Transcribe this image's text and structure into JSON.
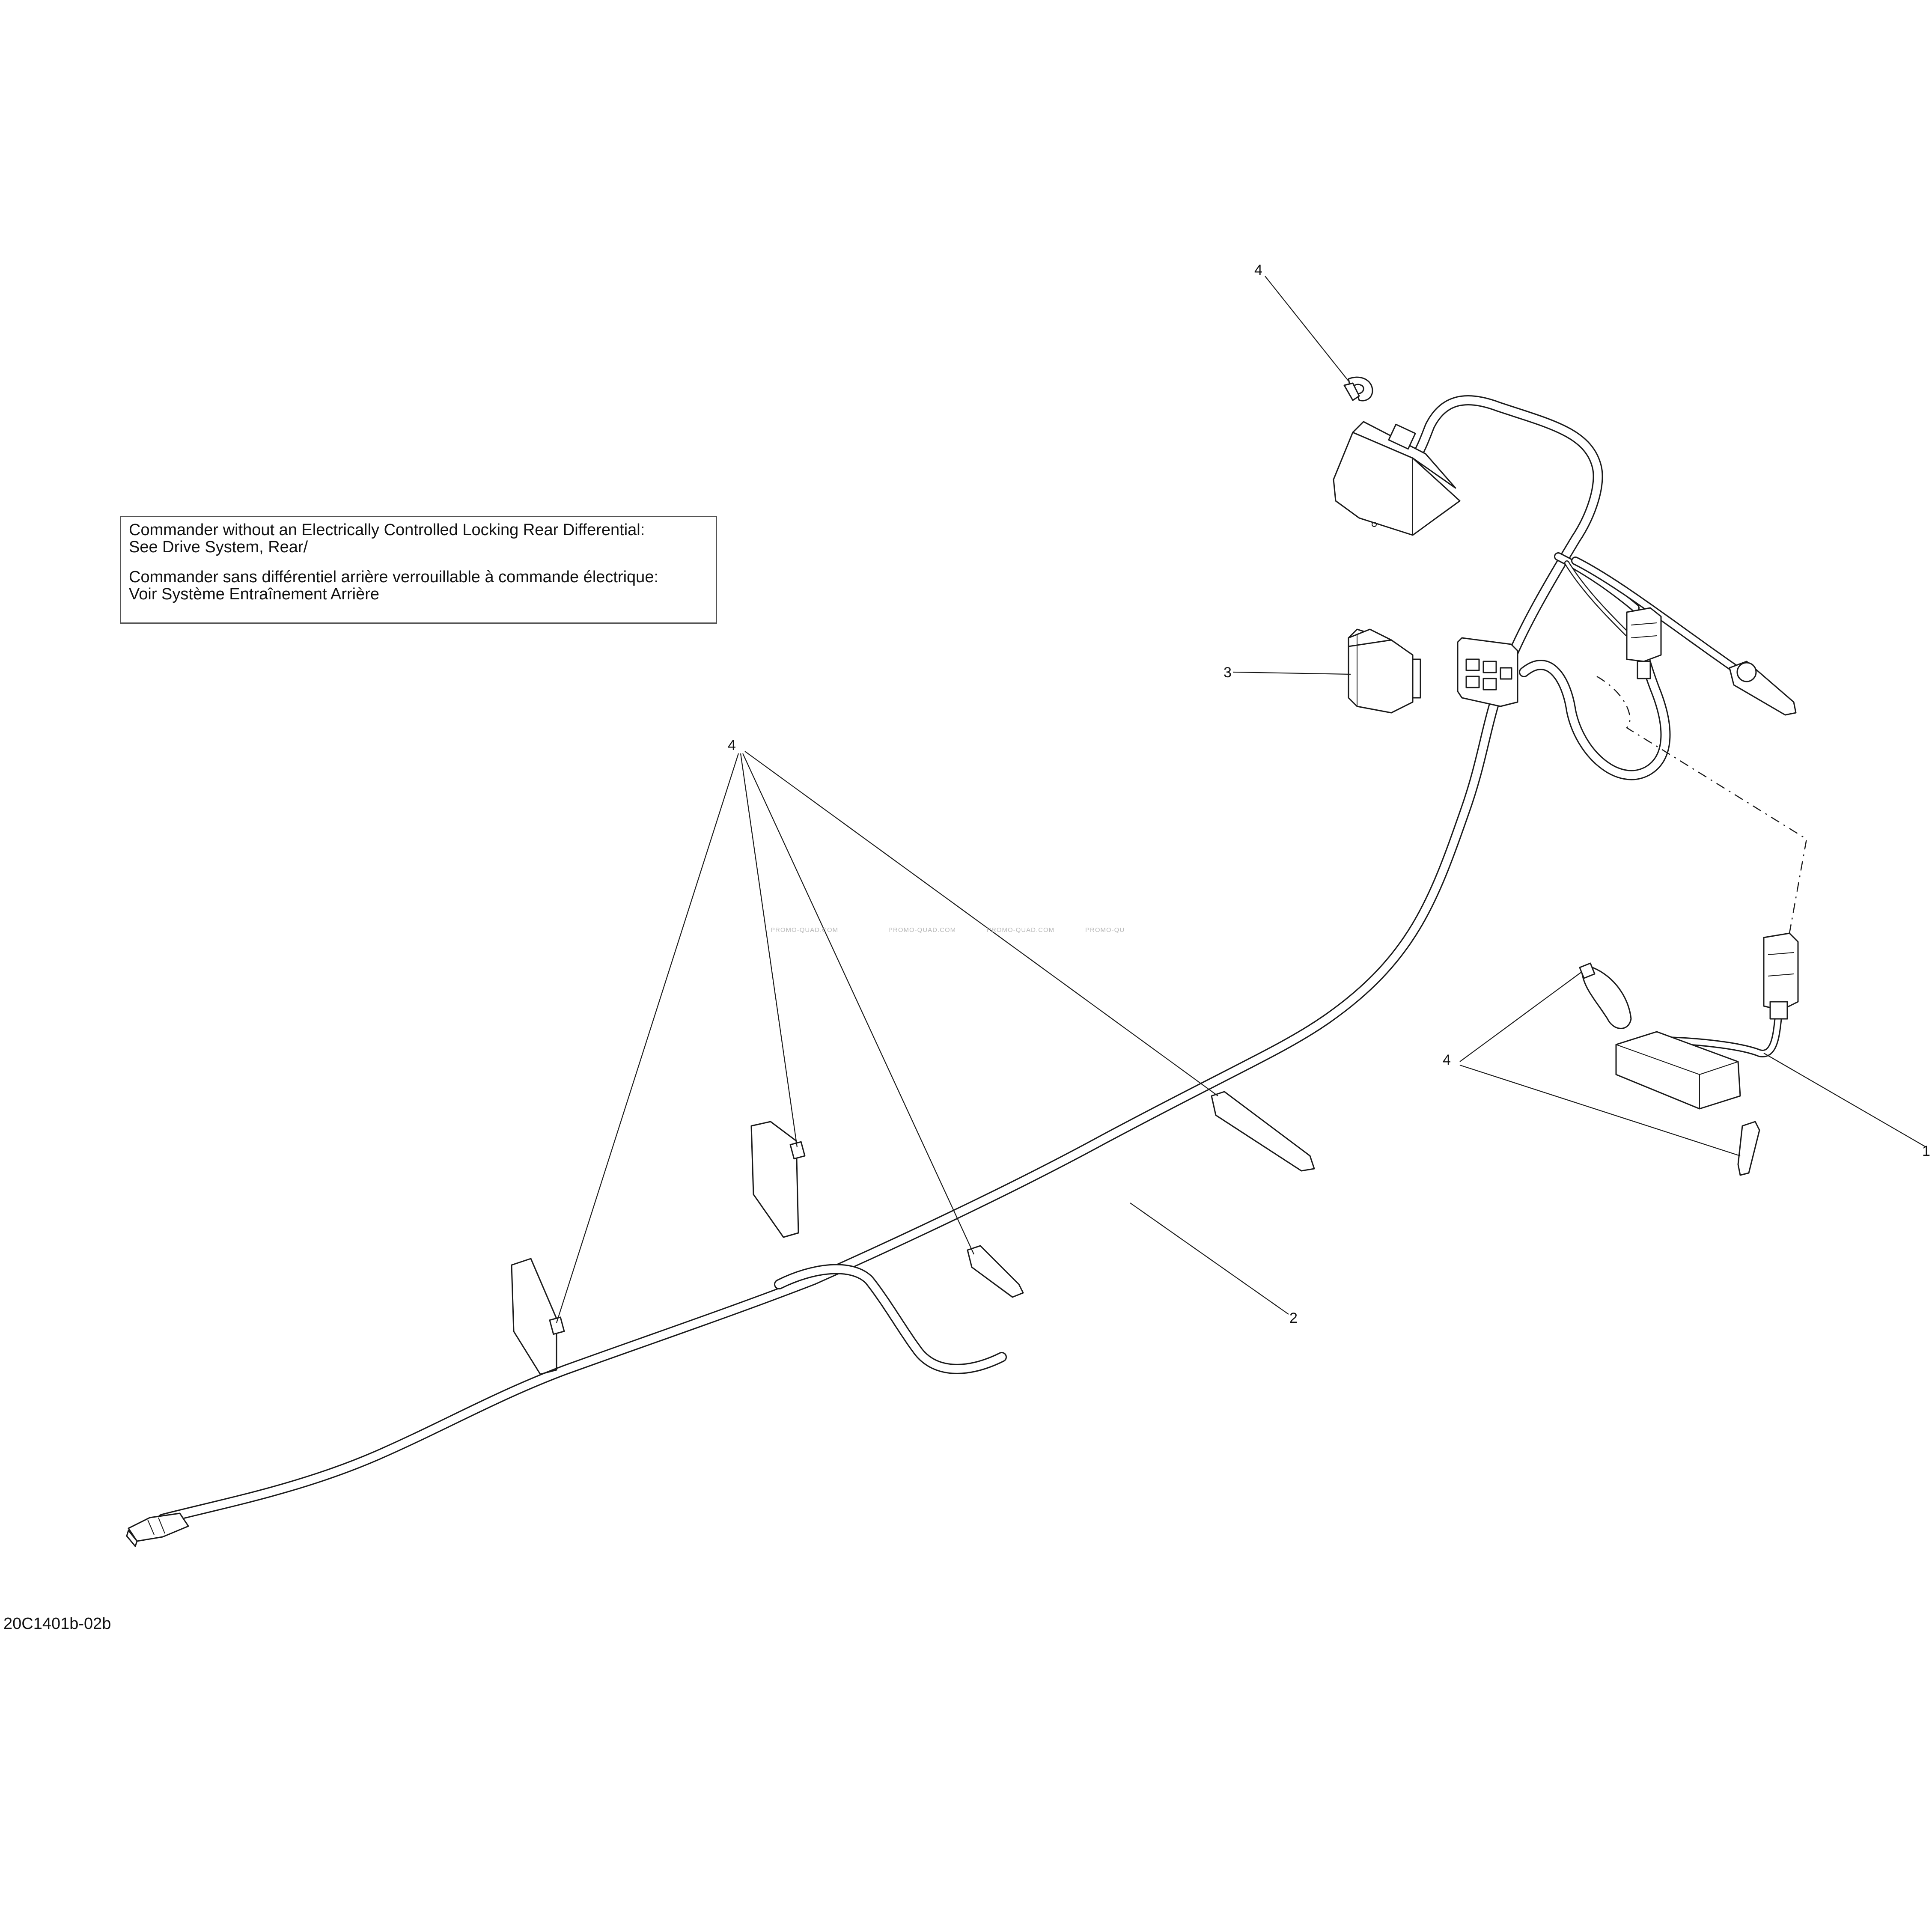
{
  "note": {
    "line1": "Commander without an Electrically Controlled Locking Rear Differential:",
    "line2": "See Drive System, Rear/",
    "line3": "Commander sans différentiel arrière verrouillable à commande électrique:",
    "line4": "Voir Système Entraînement Arrière"
  },
  "callouts": {
    "c1": "1",
    "c2": "2",
    "c3": "3",
    "c4_top": "4",
    "c4_left": "4",
    "c4_right": "4"
  },
  "drawing_id": "20C1401b-02b",
  "watermarks": [
    "PROMO-QUAD.COM",
    "PROMO-QUAD.COM",
    "PROMO-QUAD.COM",
    "PROMO-QU"
  ]
}
